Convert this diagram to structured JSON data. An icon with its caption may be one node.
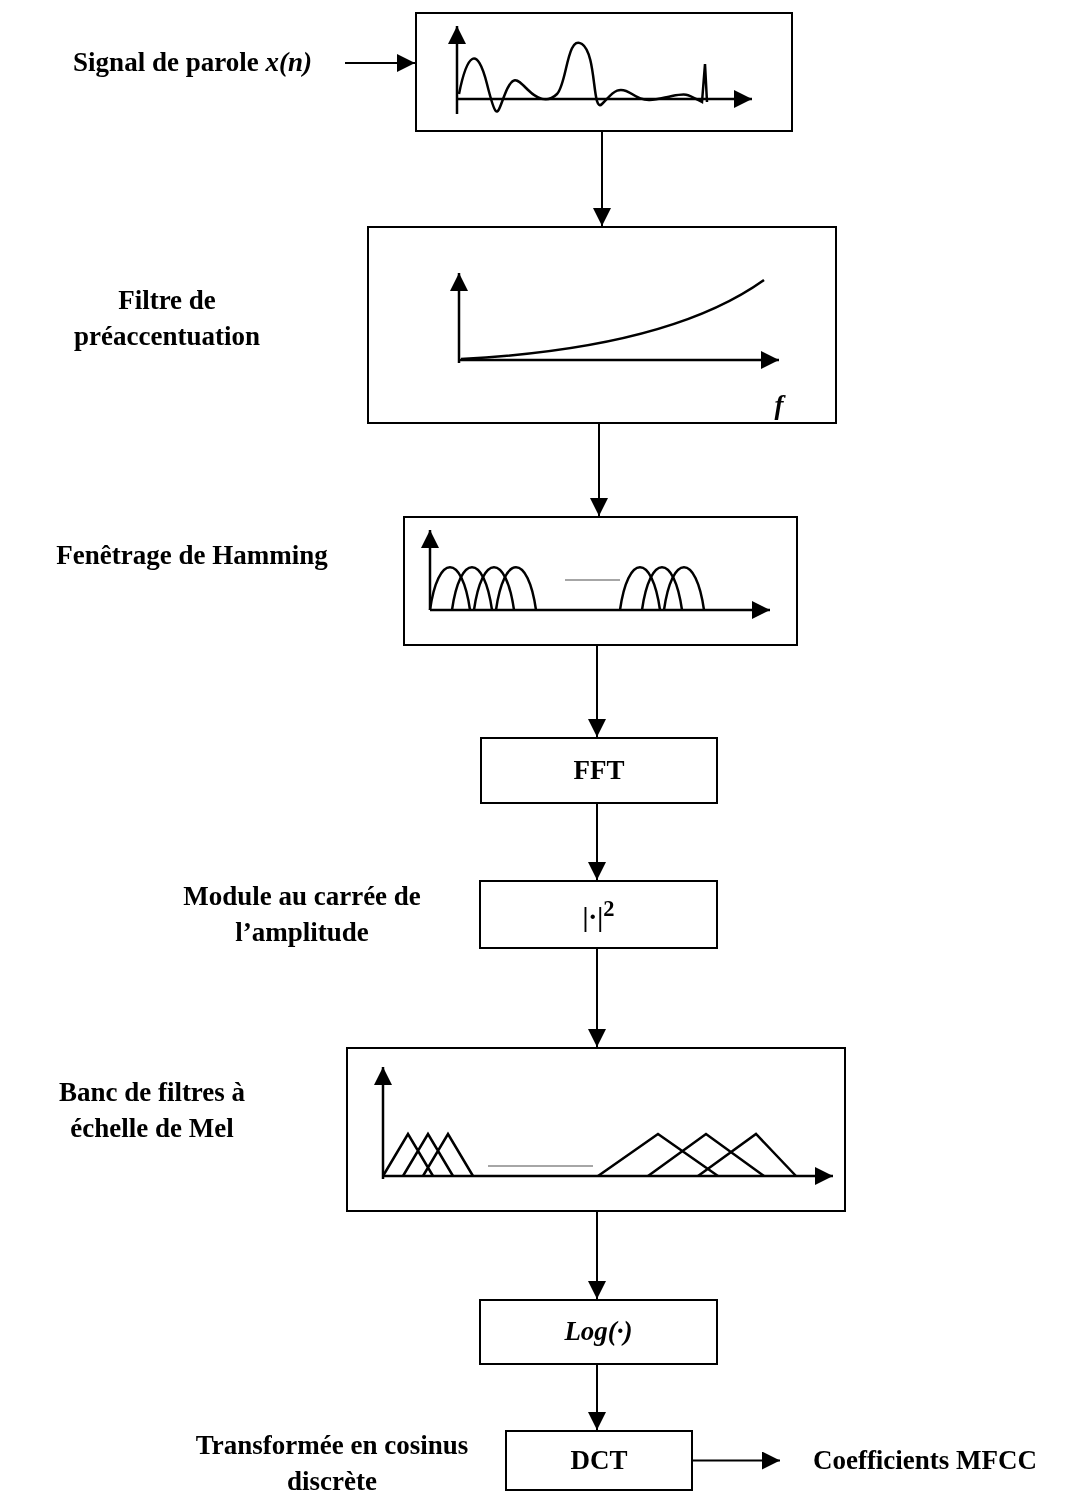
{
  "diagram": {
    "nodes": [
      {
        "text": [
          "Signal de parole *x(n)*"
        ]
      },
      {
        "text": [],
        "shape": "box"
      },
      {
        "text": [
          "f"
        ],
        "beside": [
          "Filtre de préaccentuation"
        ]
      },
      {
        "text": [],
        "shape": "box",
        "beside": [
          "Fenêtrage de Hamming"
        ]
      },
      {
        "text": [
          "FFT"
        ]
      },
      {
        "text": [
          "|·|$^{2}$"
        ],
        "beside": [
          "Module au carrée de l’amplitude"
        ]
      },
      {
        "text": [],
        "shape": "box",
        "beside": [
          "Banc de filtres à échelle de Mel"
        ]
      },
      {
        "text": [
          "Log(·)"
        ]
      },
      {
        "text": [
          "DCT"
        ],
        "beside": [
          "Transformée en cosinus discrète"
        ]
      },
      {
        "text": [
          "Coefficients MFCC"
        ]
      }
    ],
    "edges": [
      {
        "from": 0,
        "to": 1,
        "arrow": "to"
      },
      {
        "from": 1,
        "to": 2,
        "arrow": "to"
      },
      {
        "from": 2,
        "to": 3,
        "arrow": "to"
      },
      {
        "from": 3,
        "to": 4,
        "arrow": "to"
      },
      {
        "from": 4,
        "to": 5,
        "arrow": "to"
      },
      {
        "from": 5,
        "to": 6,
        "arrow": "to"
      },
      {
        "from": 6,
        "to": 7,
        "arrow": "to"
      },
      {
        "from": 7,
        "to": 8,
        "arrow": "to"
      },
      {
        "from": 8,
        "to": 9,
        "arrow": "to"
      }
    ]
  }
}
